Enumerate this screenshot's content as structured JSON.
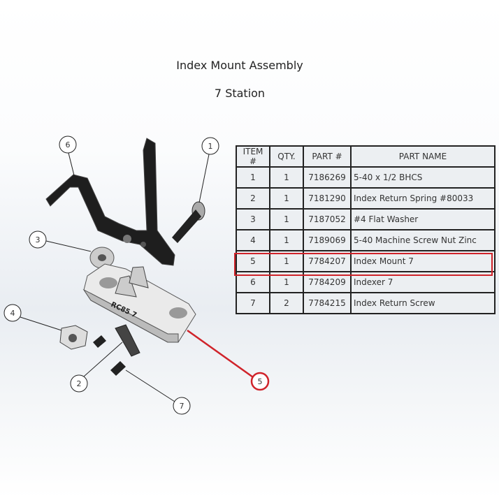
{
  "title": "Index Mount Assembly",
  "subtitle": "7 Station",
  "part_engraving": "RC85 7",
  "table": {
    "headers": [
      "ITEM #",
      "QTY.",
      "PART #",
      "PART NAME"
    ],
    "rows": [
      [
        "1",
        "1",
        "7186269",
        "5-40 x 1/2 BHCS"
      ],
      [
        "2",
        "1",
        "7181290",
        "Index Return Spring #80033"
      ],
      [
        "3",
        "1",
        "7187052",
        "#4 Flat Washer"
      ],
      [
        "4",
        "1",
        "7189069",
        "5-40 Machine Screw Nut Zinc"
      ],
      [
        "5",
        "1",
        "7784207",
        "Index Mount 7"
      ],
      [
        "6",
        "1",
        "7784209",
        "Indexer 7"
      ],
      [
        "7",
        "2",
        "7784215",
        "Index Return Screw"
      ]
    ],
    "highlighted_item": "5"
  },
  "balloons": [
    "6",
    "1",
    "3",
    "4",
    "2",
    "7",
    "5"
  ],
  "colors": {
    "highlight": "#d0232a",
    "part_dark": "#1e1e1e",
    "part_light": "#e6e6e6"
  }
}
